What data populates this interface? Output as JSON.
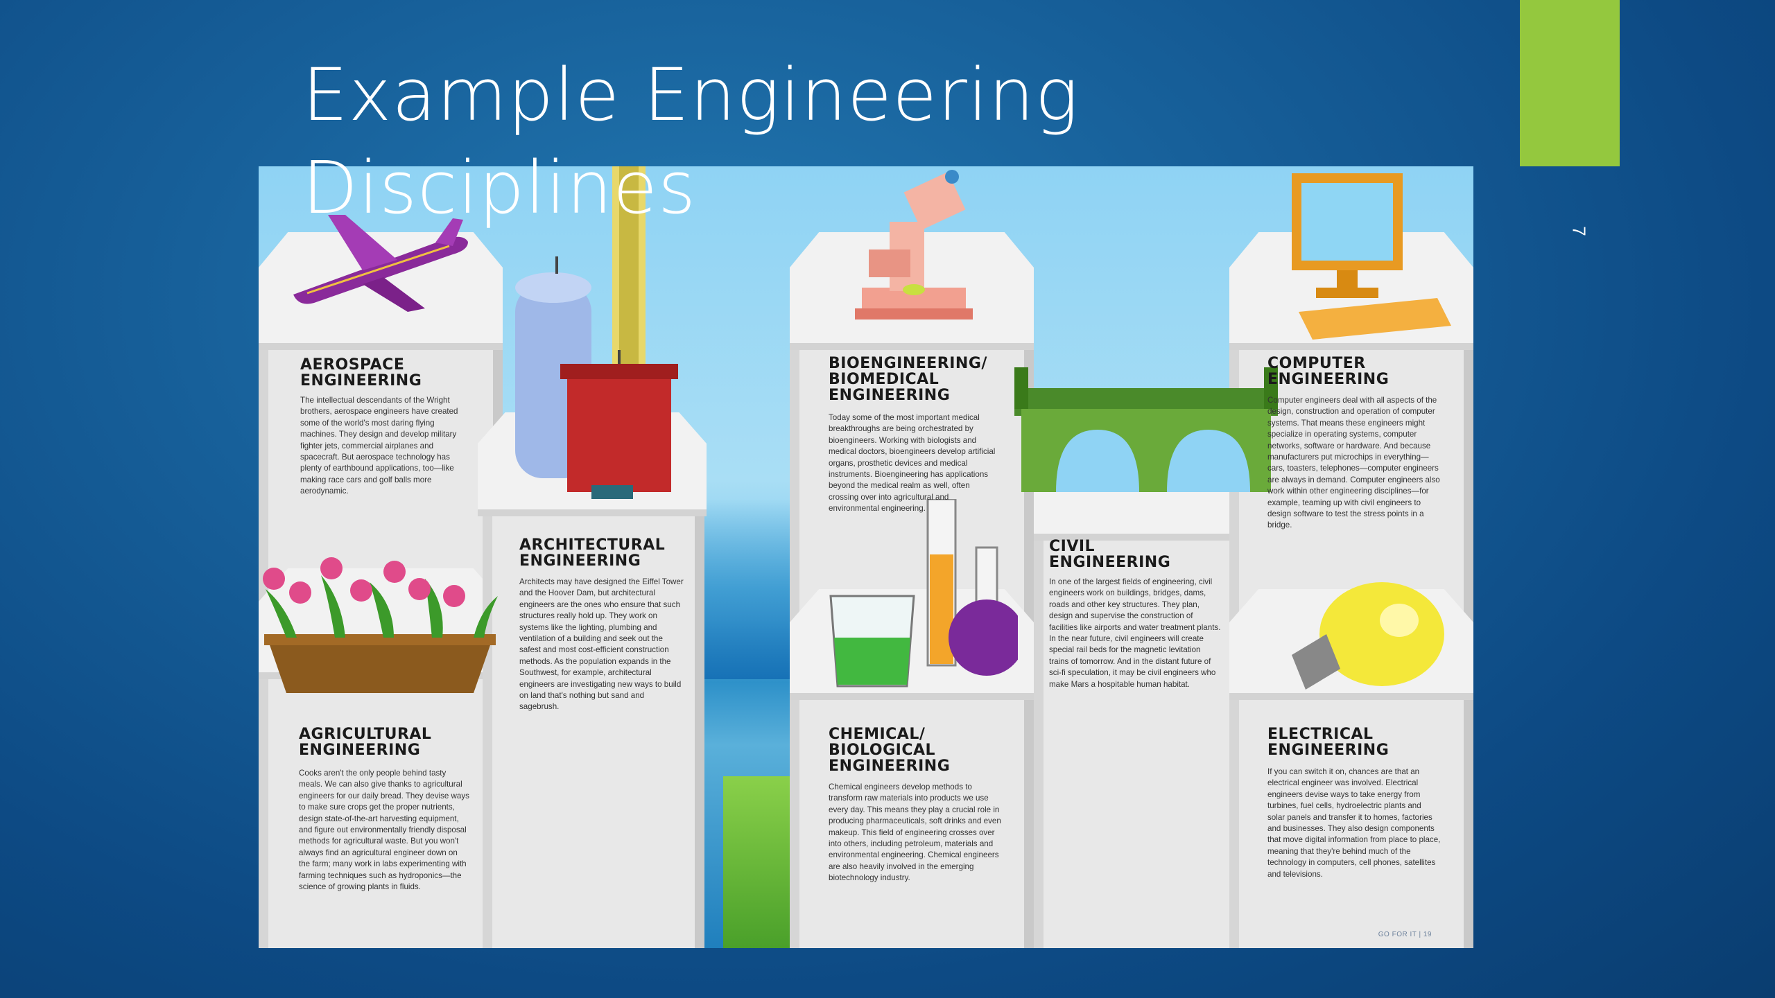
{
  "slide": {
    "title_line1": "Example Engineering",
    "title_line2": "Disciplines",
    "number": "7"
  },
  "colors": {
    "background": "#1565a0",
    "accent": "#94c83e"
  },
  "poster": {
    "footer": "GO FOR IT | 19",
    "sections": [
      {
        "title": "AEROSPACE ENGINEERING",
        "icon": "airplane-icon",
        "body": "The intellectual descendants of the Wright brothers, aerospace engineers have created some of the world's most daring flying machines. They design and develop military fighter jets, commercial airplanes and spacecraft. But aerospace technology has plenty of earthbound applications, too—like making race cars and golf balls more aerodynamic."
      },
      {
        "title": "AGRICULTURAL ENGINEERING",
        "icon": "flower-planter-icon",
        "body": "Cooks aren't the only people behind tasty meals. We can also give thanks to agricultural engineers for our daily bread. They devise ways to make sure crops get the proper nutrients, design state-of-the-art harvesting equipment, and figure out environmentally friendly disposal methods for agricultural waste. But you won't always find an agricultural engineer down on the farm; many work in labs experimenting with farming techniques such as hydroponics—the science of growing plants in fluids."
      },
      {
        "title": "ARCHITECTURAL ENGINEERING",
        "icon": "buildings-icon",
        "body": "Architects may have designed the Eiffel Tower and the Hoover Dam, but architectural engineers are the ones who ensure that such structures really hold up. They work on systems like the lighting, plumbing and ventilation of a building and seek out the safest and most cost-efficient construction methods. As the population expands in the Southwest, for example, architectural engineers are investigating new ways to build on land that's nothing but sand and sagebrush."
      },
      {
        "title": "BIOENGINEERING/ BIOMEDICAL ENGINEERING",
        "icon": "microscope-icon",
        "body": "Today some of the most important medical breakthroughs are being orchestrated by bioengineers. Working with biologists and medical doctors, bioengineers develop artificial organs, prosthetic devices and medical instruments. Bioengineering has applications beyond the medical realm as well, often crossing over into agricultural and environmental engineering."
      },
      {
        "title": "CHEMICAL/ BIOLOGICAL ENGINEERING",
        "icon": "lab-glassware-icon",
        "body": "Chemical engineers develop methods to transform raw materials into products we use every day. This means they play a crucial role in producing pharmaceuticals, soft drinks and even makeup. This field of engineering crosses over into others, including petroleum, materials and environmental engineering. Chemical engineers are also heavily involved in the emerging biotechnology industry."
      },
      {
        "title": "CIVIL ENGINEERING",
        "icon": "bridge-icon",
        "body": "In one of the largest fields of engineering, civil engineers work on buildings, bridges, dams, roads and other key structures. They plan, design and supervise the construction of facilities like airports and water treatment plants. In the near future, civil engineers will create special rail beds for the magnetic levitation trains of tomorrow. And in the distant future of sci-fi speculation, it may be civil engineers who make Mars a hospitable human habitat."
      },
      {
        "title": "COMPUTER ENGINEERING",
        "icon": "computer-icon",
        "body": "Computer engineers deal with all aspects of the design, construction and operation of computer systems. That means these engineers might specialize in operating systems, computer networks, software or hardware. And because manufacturers put microchips in everything—cars, toasters, telephones—computer engineers are always in demand. Computer engineers also work within other engineering disciplines—for example, teaming up with civil engineers to design software to test the stress points in a bridge."
      },
      {
        "title": "ELECTRICAL ENGINEERING",
        "icon": "light-bulb-icon",
        "body": "If you can switch it on, chances are that an electrical engineer was involved. Electrical engineers devise ways to take energy from turbines, fuel cells, hydroelectric plants and solar panels and transfer it to homes, factories and businesses. They also design components that move digital information from place to place, meaning that they're behind much of the technology in computers, cell phones, satellites and televisions."
      }
    ]
  }
}
